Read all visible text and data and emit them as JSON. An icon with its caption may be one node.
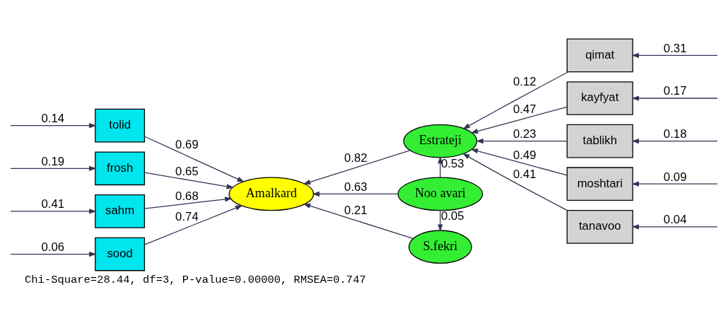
{
  "diagram": {
    "caption": "Chi-Square=28.44, df=3, P-value=0.00000, RMSEA=0.747",
    "nodes": [
      {
        "text": [
          "sood"
        ]
      },
      {
        "text": [
          "tolid"
        ]
      },
      {
        "text": [
          "frosh"
        ]
      },
      {
        "text": [
          "sahm"
        ]
      },
      {
        "text": [
          "Amalkard"
        ]
      },
      {
        "text": [
          "Estrateji"
        ]
      },
      {
        "text": [
          "Noo avari"
        ]
      },
      {
        "text": [
          "S.fekri"
        ]
      },
      {
        "text": [
          "qimat"
        ]
      },
      {
        "text": [
          "kayfyat"
        ]
      },
      {
        "text": [
          "tablikh"
        ]
      },
      {
        "text": [
          "moshtari"
        ]
      },
      {
        "text": [
          "tanavoo"
        ]
      }
    ],
    "edges": [
      {
        "from": null,
        "to": 0,
        "arrow": "to",
        "label": "0.06"
      },
      {
        "from": null,
        "to": 1,
        "arrow": "to",
        "label": "0.14"
      },
      {
        "from": null,
        "to": 2,
        "arrow": "to",
        "label": "0.19"
      },
      {
        "from": null,
        "to": 3,
        "arrow": "to",
        "label": "0.41"
      },
      {
        "from": 0,
        "to": 4,
        "arrow": "to",
        "label": "0.74"
      },
      {
        "from": 1,
        "to": 4,
        "arrow": "to",
        "label": "0.69"
      },
      {
        "from": 2,
        "to": 4,
        "arrow": "to",
        "label": "0.65"
      },
      {
        "from": 3,
        "to": 4,
        "arrow": "to",
        "label": "0.68"
      },
      {
        "from": 5,
        "to": 4,
        "arrow": "to",
        "label": "0.82"
      },
      {
        "from": 6,
        "to": 4,
        "arrow": "to",
        "label": "0.63"
      },
      {
        "from": 7,
        "to": 4,
        "arrow": "to",
        "label": "0.21"
      },
      {
        "from": 6,
        "to": 5,
        "arrow": "to",
        "label": "0.53"
      },
      {
        "from": 6,
        "to": 7,
        "arrow": "to",
        "label": "0.05"
      },
      {
        "from": 8,
        "to": 5,
        "arrow": "to",
        "label": "0.12"
      },
      {
        "from": 9,
        "to": 5,
        "arrow": "to",
        "label": "0.47"
      },
      {
        "from": 10,
        "to": 5,
        "arrow": "to",
        "label": "0.23"
      },
      {
        "from": 11,
        "to": 5,
        "arrow": "to",
        "label": "0.49"
      },
      {
        "from": 12,
        "to": 5,
        "arrow": "to",
        "label": "0.41"
      },
      {
        "from": null,
        "to": 8,
        "arrow": "to",
        "label": "0.31"
      },
      {
        "from": null,
        "to": 9,
        "arrow": "to",
        "label": "0.17"
      },
      {
        "from": null,
        "to": 10,
        "arrow": "to",
        "label": "0.18"
      },
      {
        "from": null,
        "to": 11,
        "arrow": "to",
        "label": "0.09"
      },
      {
        "from": null,
        "to": 12,
        "arrow": "to",
        "label": "0.04"
      }
    ]
  }
}
